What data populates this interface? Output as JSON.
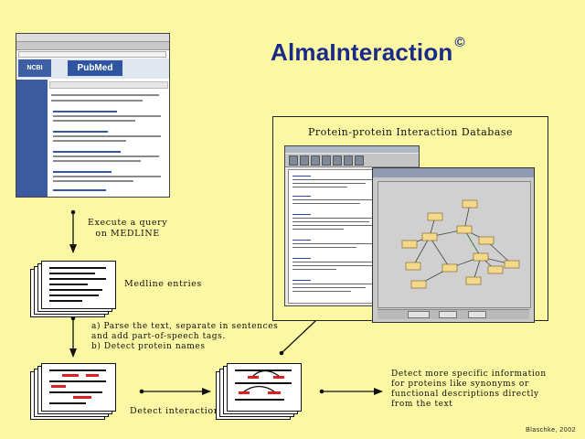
{
  "title": "AlmaInteraction",
  "title_symbol": "©",
  "pubmed_screenshot": {
    "ncbi_label": "NCBI",
    "logo_text": "PubMed"
  },
  "steps": {
    "query": "Execute a query\non MEDLINE",
    "entries": "Medline entries",
    "parse": "a) Parse the text, separate in sentences\nand add part-of-speech tags.\nb) Detect protein names",
    "detect_interactions": "Detect interactions",
    "detect_specific": "Detect more specific information\nfor proteins like synonyms or\nfunctional descriptions directly\nfrom the text"
  },
  "database_panel": {
    "title": "Protein-protein Interaction Database"
  },
  "credit": "Blaschke, 2002",
  "colors": {
    "background": "#fbf7a2",
    "title": "#1a2a8a",
    "highlight": "#e02020",
    "node": "#f5d98a"
  }
}
